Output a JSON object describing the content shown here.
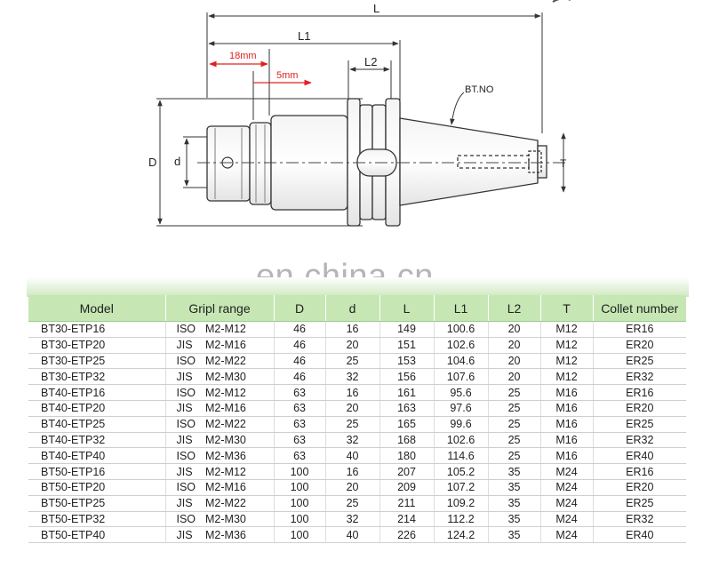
{
  "drawing": {
    "dim_L": "L",
    "dim_L1": "L1",
    "dim_L2": "L2",
    "dim_18": "18mm",
    "dim_5": "5mm",
    "dim_D": "D",
    "dim_d": "d",
    "dim_T": "T",
    "callout": "BT.NO"
  },
  "watermark": "en.china.cn",
  "table": {
    "headers": {
      "model": "Model",
      "grip_range": "Gripl range",
      "D": "D",
      "d": "d",
      "L": "L",
      "L1": "L1",
      "L2": "L2",
      "T": "T",
      "collet": "Collet number"
    },
    "rows": [
      {
        "model": "BT30-ETP16",
        "grade": "ISO",
        "range": "M2-M12",
        "D": "46",
        "d": "16",
        "L": "149",
        "L1": "100.6",
        "L2": "20",
        "T": "M12",
        "collet": "ER16"
      },
      {
        "model": "BT30-ETP20",
        "grade": "JIS",
        "range": "M2-M16",
        "D": "46",
        "d": "20",
        "L": "151",
        "L1": "102.6",
        "L2": "20",
        "T": "M12",
        "collet": "ER20"
      },
      {
        "model": "BT30-ETP25",
        "grade": "ISO",
        "range": "M2-M22",
        "D": "46",
        "d": "25",
        "L": "153",
        "L1": "104.6",
        "L2": "20",
        "T": "M12",
        "collet": "ER25"
      },
      {
        "model": "BT30-ETP32",
        "grade": "JIS",
        "range": "M2-M30",
        "D": "46",
        "d": "32",
        "L": "156",
        "L1": "107.6",
        "L2": "20",
        "T": "M12",
        "collet": "ER32"
      },
      {
        "model": "BT40-ETP16",
        "grade": "ISO",
        "range": "M2-M12",
        "D": "63",
        "d": "16",
        "L": "161",
        "L1": "95.6",
        "L2": "25",
        "T": "M16",
        "collet": "ER16"
      },
      {
        "model": "BT40-ETP20",
        "grade": "JIS",
        "range": "M2-M16",
        "D": "63",
        "d": "20",
        "L": "163",
        "L1": "97.6",
        "L2": "25",
        "T": "M16",
        "collet": "ER20"
      },
      {
        "model": "BT40-ETP25",
        "grade": "ISO",
        "range": "M2-M22",
        "D": "63",
        "d": "25",
        "L": "165",
        "L1": "99.6",
        "L2": "25",
        "T": "M16",
        "collet": "ER25"
      },
      {
        "model": "BT40-ETP32",
        "grade": "JIS",
        "range": "M2-M30",
        "D": "63",
        "d": "32",
        "L": "168",
        "L1": "102.6",
        "L2": "25",
        "T": "M16",
        "collet": "ER32"
      },
      {
        "model": "BT40-ETP40",
        "grade": "ISO",
        "range": "M2-M36",
        "D": "63",
        "d": "40",
        "L": "180",
        "L1": "114.6",
        "L2": "25",
        "T": "M16",
        "collet": "ER40"
      },
      {
        "model": "BT50-ETP16",
        "grade": "JIS",
        "range": "M2-M12",
        "D": "100",
        "d": "16",
        "L": "207",
        "L1": "105.2",
        "L2": "35",
        "T": "M24",
        "collet": "ER16"
      },
      {
        "model": "BT50-ETP20",
        "grade": "ISO",
        "range": "M2-M16",
        "D": "100",
        "d": "20",
        "L": "209",
        "L1": "107.2",
        "L2": "35",
        "T": "M24",
        "collet": "ER20"
      },
      {
        "model": "BT50-ETP25",
        "grade": "JIS",
        "range": "M2-M22",
        "D": "100",
        "d": "25",
        "L": "211",
        "L1": "109.2",
        "L2": "35",
        "T": "M24",
        "collet": "ER25"
      },
      {
        "model": "BT50-ETP32",
        "grade": "ISO",
        "range": "M2-M30",
        "D": "100",
        "d": "32",
        "L": "214",
        "L1": "112.2",
        "L2": "35",
        "T": "M24",
        "collet": "ER32"
      },
      {
        "model": "BT50-ETP40",
        "grade": "JIS",
        "range": "M2-M36",
        "D": "100",
        "d": "40",
        "L": "226",
        "L1": "124.2",
        "L2": "35",
        "T": "M24",
        "collet": "ER40"
      }
    ]
  }
}
